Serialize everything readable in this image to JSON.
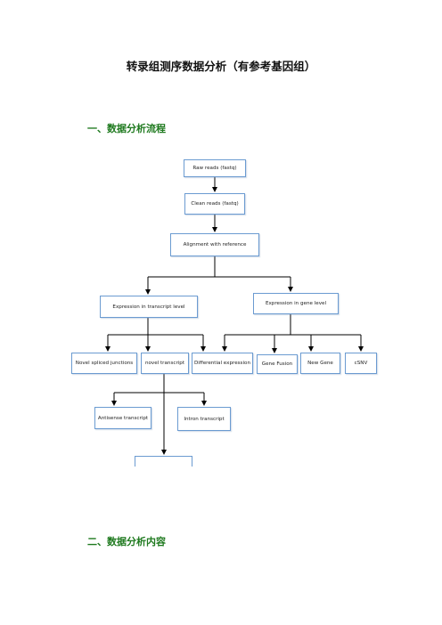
{
  "document": {
    "title": "转录组测序数据分析（有参考基因组）",
    "section1": "一、数据分析流程",
    "section2": "二、数据分析内容"
  },
  "flowchart": {
    "box_border_color": "#6b9bd1",
    "raw_reads": "Raw reads (fastq)",
    "clean_reads": "Clean reads (fastq)",
    "alignment": "Alignment with reference",
    "transcript_level": "Expression in transcript level",
    "gene_level": "Expression in gene level",
    "novel_spliced": "Novel spliced junctions",
    "novel_transcript": "novel transcript",
    "differential": "Differential expression",
    "gene_fusion": "Gene Fusion",
    "new_gene": "New Gene",
    "csnv": "cSNV",
    "antisense": "Antisense transcript",
    "intron": "Intron   transcript"
  }
}
